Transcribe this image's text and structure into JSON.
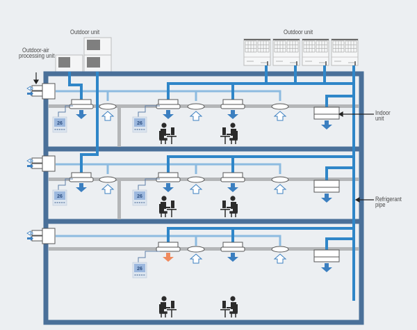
{
  "labels": {
    "outdoor_unit_left": "Outdoor unit",
    "outdoor_unit_right": "Outdoor unit",
    "outdoor_air_line1": "Outdoor-air",
    "outdoor_air_line2": "processing unit",
    "indoor_unit_line1": "Indoor",
    "indoor_unit_line2": "unit",
    "refrigerant_line1": "Refrigerant",
    "refrigerant_line2": "pipe"
  },
  "controller_display": "26",
  "colors": {
    "background": "#eceff2",
    "building_frame": "#4a7099",
    "refrigerant_pipe": "#2f86c8",
    "duct_pipe": "#8dbbe0",
    "ceiling": "#b4b6b8",
    "supply_arrow": "#3b7fc0",
    "heating_arrow": "#f08a5d",
    "return_arrow_stroke": "#3b7fc0",
    "unit_fill": "#ffffff",
    "unit_stroke": "#555555",
    "person": "#2b2b2b"
  },
  "floors": [
    {
      "name": "floor-3",
      "controllers": 2,
      "heating_unit_index": -1
    },
    {
      "name": "floor-2",
      "controllers": 2,
      "heating_unit_index": -1
    },
    {
      "name": "floor-1",
      "controllers": 1,
      "heating_unit_index": 1
    }
  ],
  "outdoor_units_right_count": 4,
  "outdoor_units_left_count": 3
}
